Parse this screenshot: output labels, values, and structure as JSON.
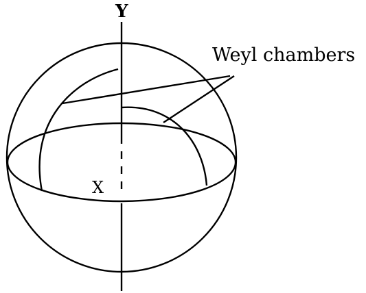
{
  "labels": {
    "y_axis": "Y",
    "x_axis": "X",
    "annotation": "Weyl chambers"
  },
  "colors": {
    "stroke": "#000000",
    "background": "#ffffff"
  }
}
